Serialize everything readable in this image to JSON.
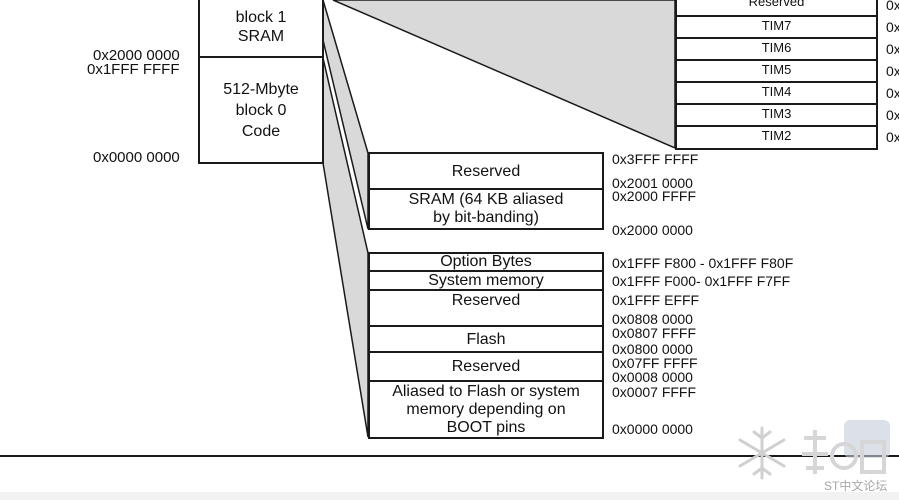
{
  "top_blocks": [
    {
      "lines": [
        "block 1",
        "SRAM"
      ]
    },
    {
      "lines": [
        "512-Mbyte",
        "block 0",
        "Code"
      ]
    }
  ],
  "top_addresses": [
    "0x2000 0000",
    "0x1FFF FFFF",
    "0x0000 0000"
  ],
  "sram_detail": {
    "blocks": [
      "Reserved",
      "SRAM (64 KB aliased\nby bit-banding)"
    ],
    "addresses": [
      "0x3FFF FFFF",
      "0x2001 0000",
      "0x2000 FFFF",
      "0x2000 0000"
    ]
  },
  "code_detail": {
    "blocks": [
      "Option Bytes",
      "System memory",
      "Reserved",
      "Flash",
      "Reserved",
      "Aliased to Flash or system\nmemory depending on\nBOOT pins"
    ],
    "addresses": [
      "0x1FFF F800 - 0x1FFF F80F",
      "0x1FFF F000- 0x1FFF F7FF",
      "0x1FFF EFFF",
      "0x0808 0000",
      "0x0807 FFFF",
      "0x0800 0000",
      "0x07FF FFFF",
      "0x0008 0000",
      "0x0007 FFFF",
      "0x0000 0000"
    ]
  },
  "peripherals": {
    "items": [
      "Reserved",
      "TIM7",
      "TIM6",
      "TIM5",
      "TIM4",
      "TIM3",
      "TIM2"
    ],
    "addr_prefix": "0x"
  },
  "watermark": {
    "caption": "ST中文论坛"
  }
}
